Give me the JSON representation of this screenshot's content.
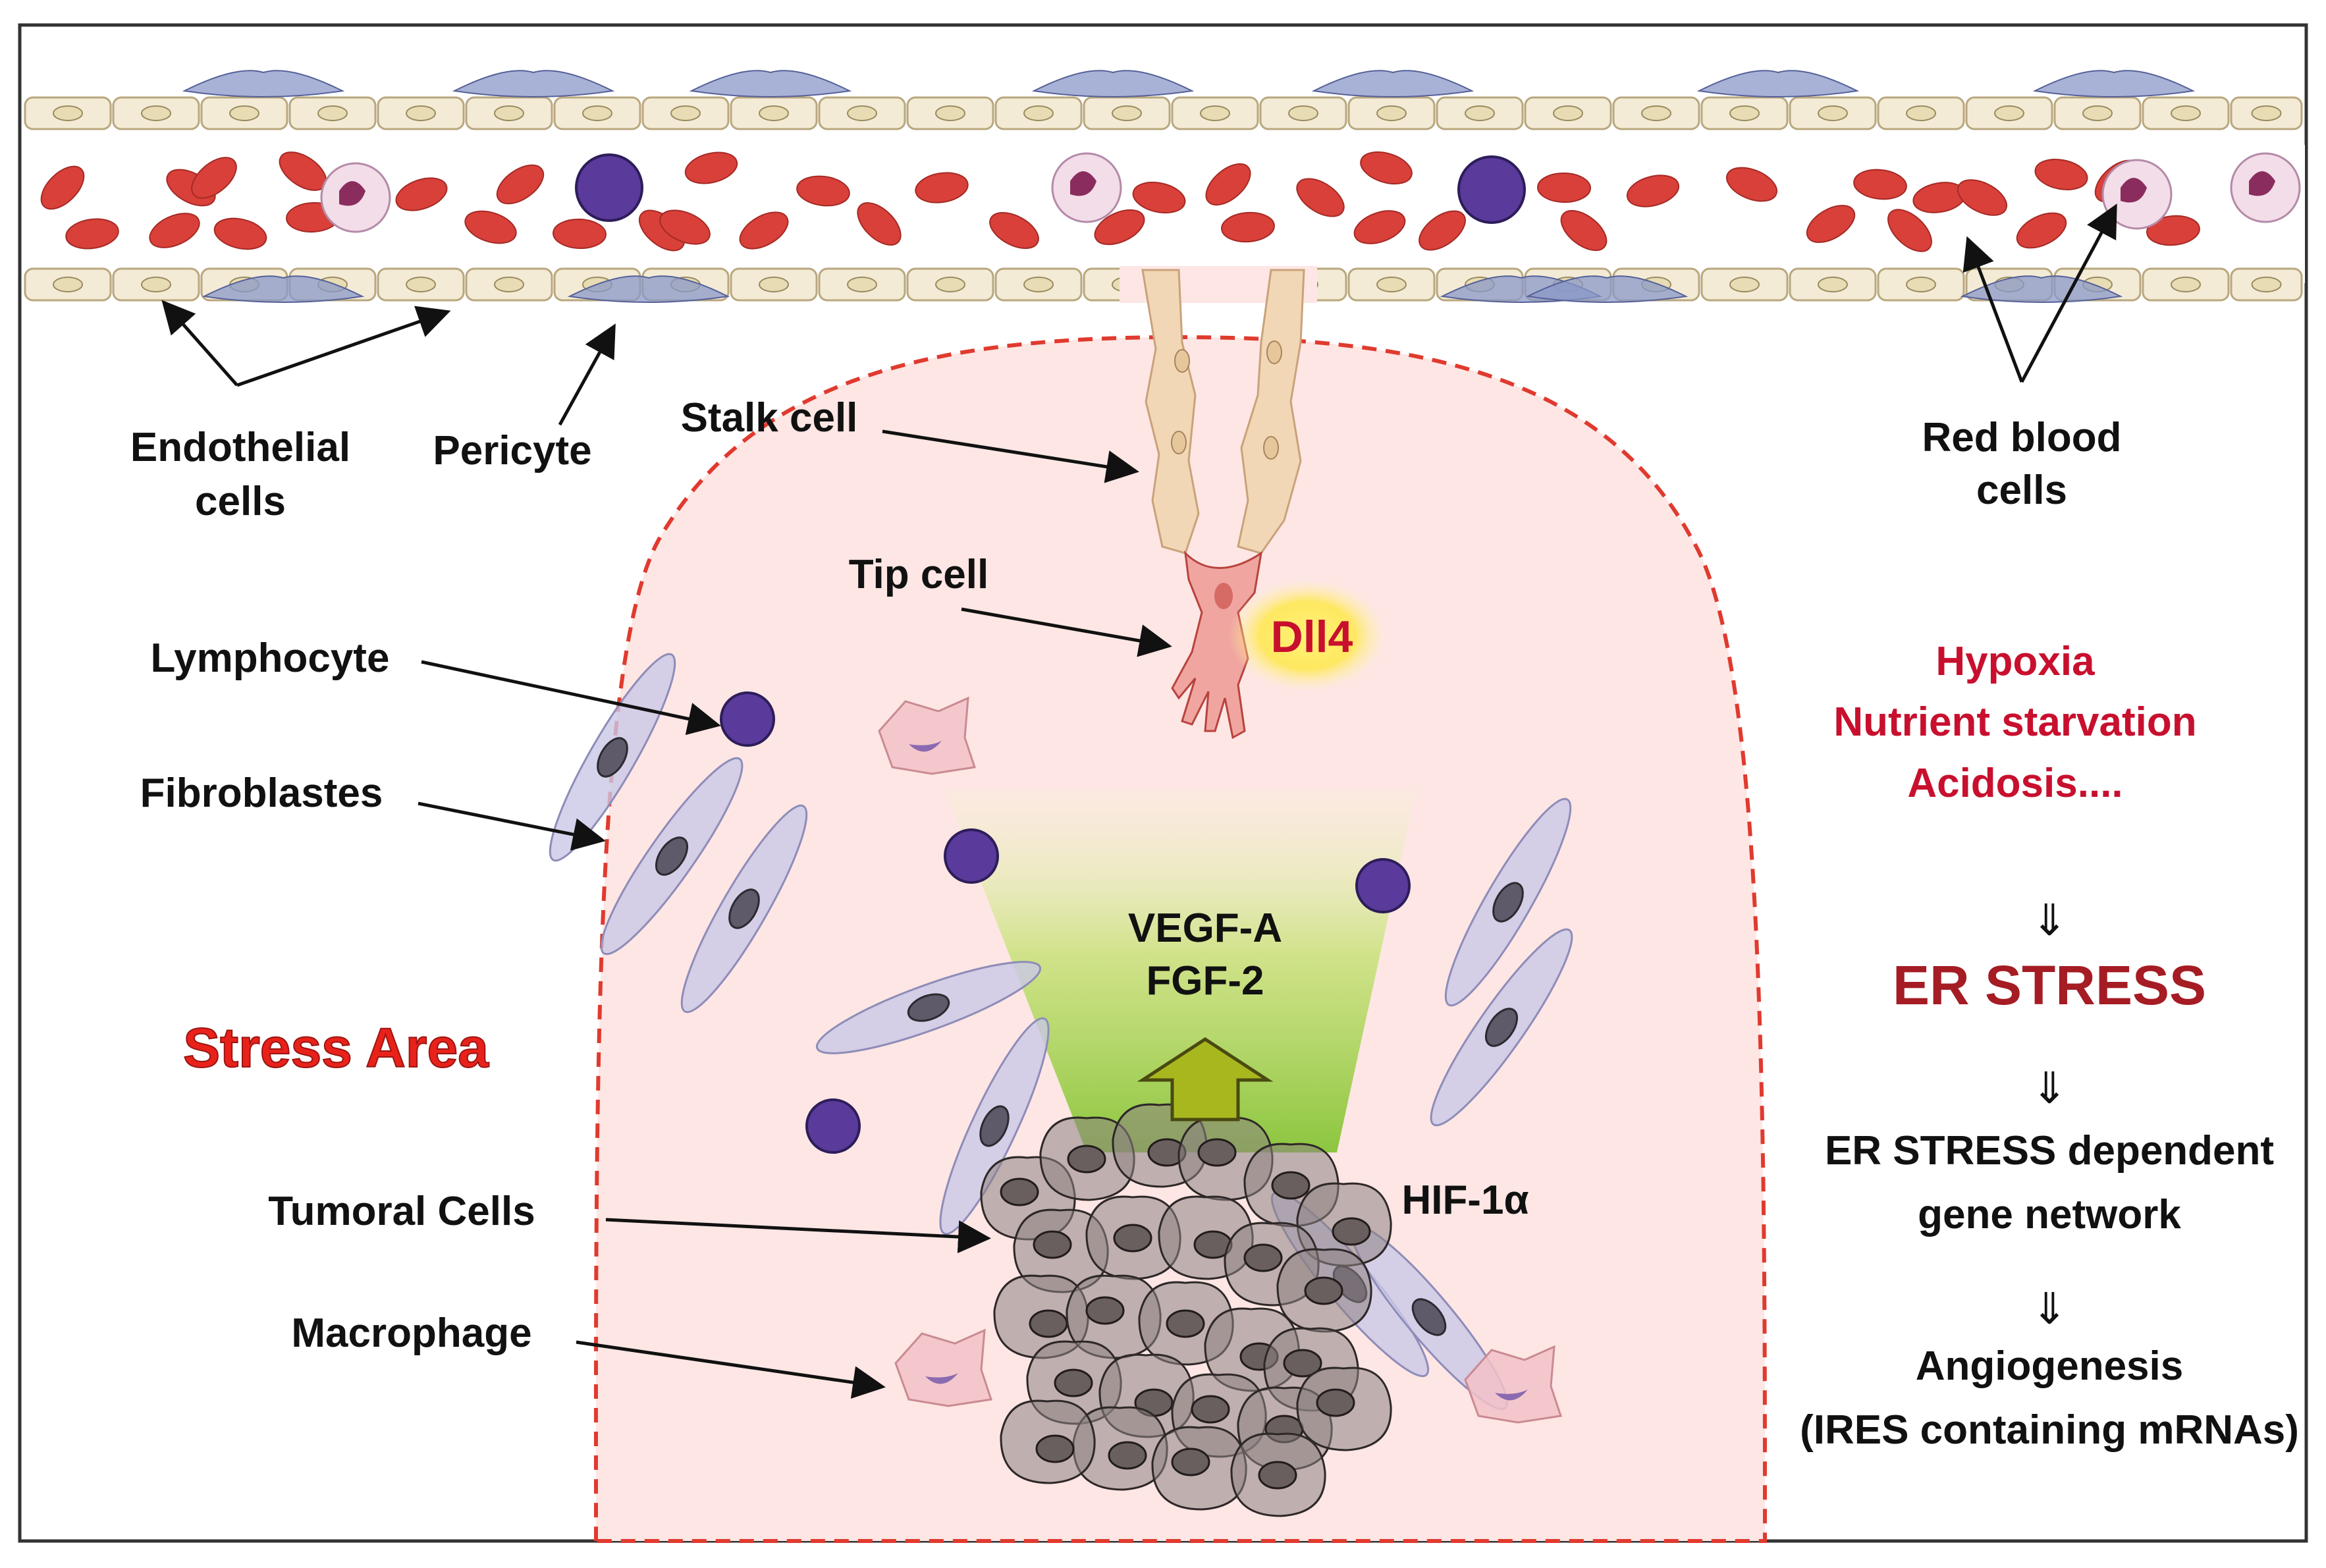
{
  "labels": {
    "endothelial": [
      "Endothelial",
      "cells"
    ],
    "pericyte": "Pericyte",
    "stalk": "Stalk cell",
    "red_blood": [
      "Red blood",
      "cells"
    ],
    "tip": "Tip cell",
    "dll4": "Dll4",
    "lymphocyte": "Lymphocyte",
    "fibroblastes": "Fibroblastes",
    "stress_area": "Stress Area",
    "tumoral": "Tumoral Cells",
    "macrophage": "Macrophage",
    "vegf": "VEGF-A",
    "fgf": "FGF-2",
    "hif": "HIF-1α"
  },
  "stress_panel": {
    "conditions": [
      "Hypoxia",
      "Nutrient starvation",
      "Acidosis...."
    ],
    "arrow_symbol": "⇓",
    "er_stress": "ER STRESS",
    "network": [
      "ER STRESS dependent",
      "gene network"
    ],
    "angiogenesis": [
      "Angiogenesis",
      "(IRES containing mRNAs)"
    ]
  },
  "colors": {
    "red_text": "#c8102e",
    "stress_area_fill": "#fde6e4",
    "stress_area_border": "#e03a2f",
    "vessel_fill": "#f3ebd6",
    "erythrocyte": "#d9403a",
    "lymphocyte": "#5a3a9a",
    "pericyte": "#8a98c8",
    "tumor": "#6a5f5f"
  }
}
